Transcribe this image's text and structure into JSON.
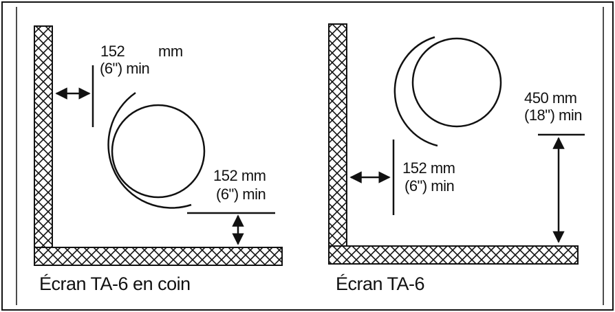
{
  "left_diagram": {
    "caption": "Écran TA-6 en coin",
    "side_clearance": {
      "value": "152",
      "unit": "mm",
      "imperial": "(6\") min"
    },
    "bottom_clearance": {
      "value_unit": "152 mm",
      "imperial": "(6\") min"
    }
  },
  "right_diagram": {
    "caption": "Écran TA-6",
    "side_clearance": {
      "value_unit": "152 mm",
      "imperial": "(6\") min"
    },
    "top_clearance": {
      "value_unit": "450 mm",
      "imperial": "(18\") min"
    }
  }
}
